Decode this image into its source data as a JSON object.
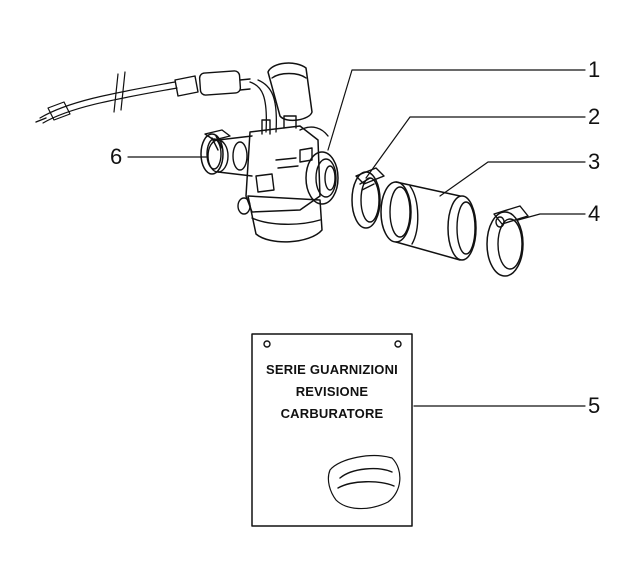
{
  "callouts": [
    {
      "id": "1",
      "label": "1"
    },
    {
      "id": "2",
      "label": "2"
    },
    {
      "id": "3",
      "label": "3"
    },
    {
      "id": "4",
      "label": "4"
    },
    {
      "id": "5",
      "label": "5"
    },
    {
      "id": "6",
      "label": "6"
    }
  ],
  "gasket_kit": {
    "line1": "SERIE GUARNIZIONI",
    "line2": "REVISIONE",
    "line3": "CARBURATORE"
  },
  "colors": {
    "ink": "#111111",
    "paper": "#ffffff"
  }
}
